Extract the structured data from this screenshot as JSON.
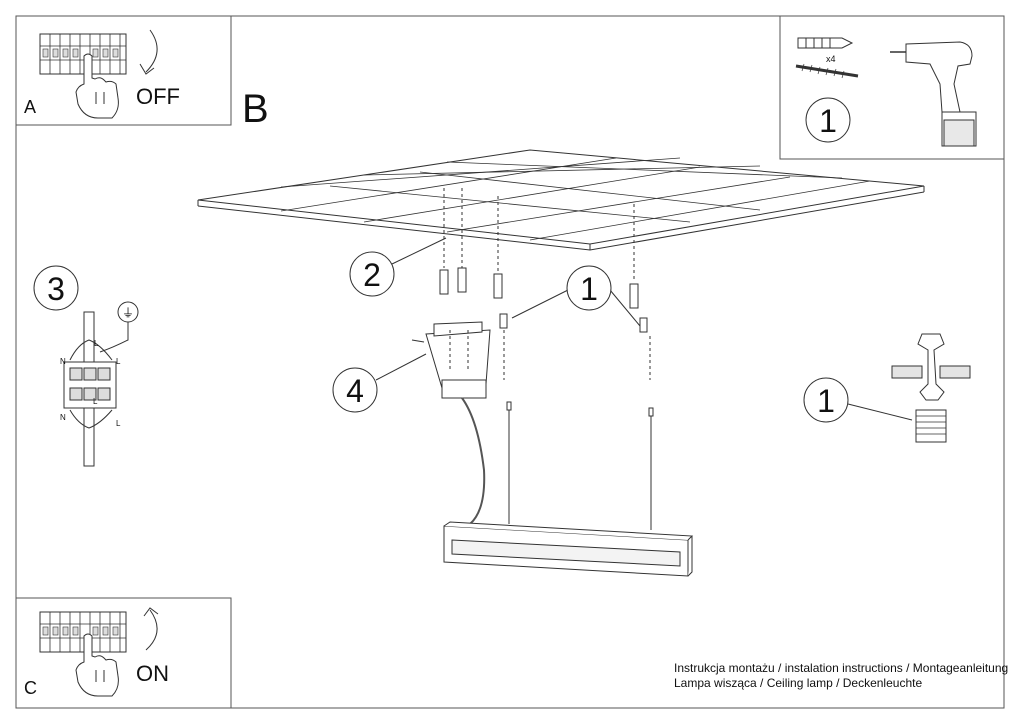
{
  "panel_a": {
    "letter": "A",
    "text": "OFF"
  },
  "panel_b": {
    "letter": "B"
  },
  "panel_c": {
    "letter": "C",
    "text": "ON"
  },
  "panel_tools": {
    "step": "1",
    "multiplier": "x4"
  },
  "callouts": {
    "step_1_anchor": "1",
    "step_2_ceiling": "2",
    "step_3_wiring": "3",
    "step_4_canopy": "4",
    "step_1_detail": "1"
  },
  "wiring": {
    "neutral": "N",
    "live": "L",
    "earth": "⏚"
  },
  "footer": {
    "line1": "Instrukcja montażu / instalation instructions / Montageanleitung",
    "line2": "Lampa wisząca / Ceiling lamp / Deckenleuchte"
  }
}
